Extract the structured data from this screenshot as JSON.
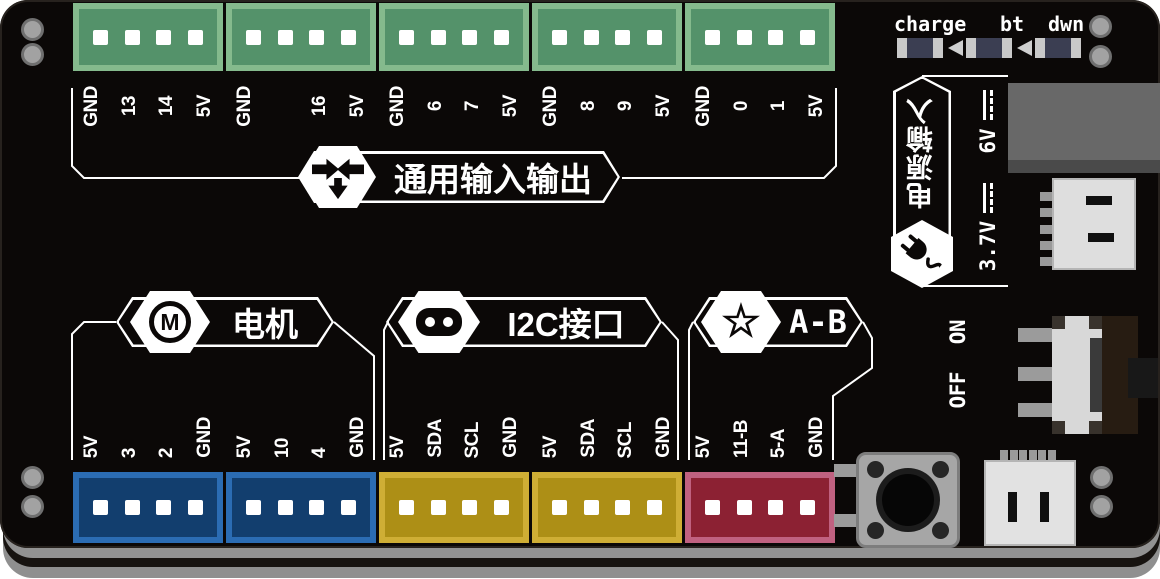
{
  "top_status": {
    "labels": [
      "charge",
      "bt",
      "dwn"
    ]
  },
  "gpio": {
    "banner_label": "通用输入输出",
    "blocks": [
      [
        "GND",
        "13",
        "14",
        "5V"
      ],
      [
        "GND",
        "",
        "16",
        "5V"
      ],
      [
        "GND",
        "6",
        "7",
        "5V"
      ],
      [
        "GND",
        "8",
        "9",
        "5V"
      ],
      [
        "GND",
        "0",
        "1",
        "5V"
      ]
    ]
  },
  "motor": {
    "banner_label": "电机",
    "icon_letter": "M",
    "blocks": [
      [
        "5V",
        "3",
        "2",
        "GND"
      ],
      [
        "5V",
        "10",
        "4",
        "GND"
      ]
    ]
  },
  "i2c": {
    "banner_label": "I2C接口",
    "blocks": [
      [
        "5V",
        "SDA",
        "SCL",
        "GND"
      ],
      [
        "5V",
        "SDA",
        "SCL",
        "GND"
      ]
    ]
  },
  "ab": {
    "banner_label": "A-B",
    "blocks": [
      [
        "5V",
        "11-B",
        "5-A",
        "GND"
      ]
    ]
  },
  "power": {
    "banner_label": "电源输入",
    "inputs": [
      {
        "label": "6V"
      },
      {
        "label": "3.7V"
      }
    ]
  },
  "switch": {
    "on_label": "ON",
    "off_label": "OFF"
  },
  "colors": {
    "board": "#0b0807",
    "terminal_green": "#54926a",
    "terminal_blue": "#123e6e",
    "terminal_yellow": "#ad8f16",
    "terminal_red": "#8c2133",
    "led_body": "#3b3e52",
    "silkscreen": "#ffffff"
  }
}
